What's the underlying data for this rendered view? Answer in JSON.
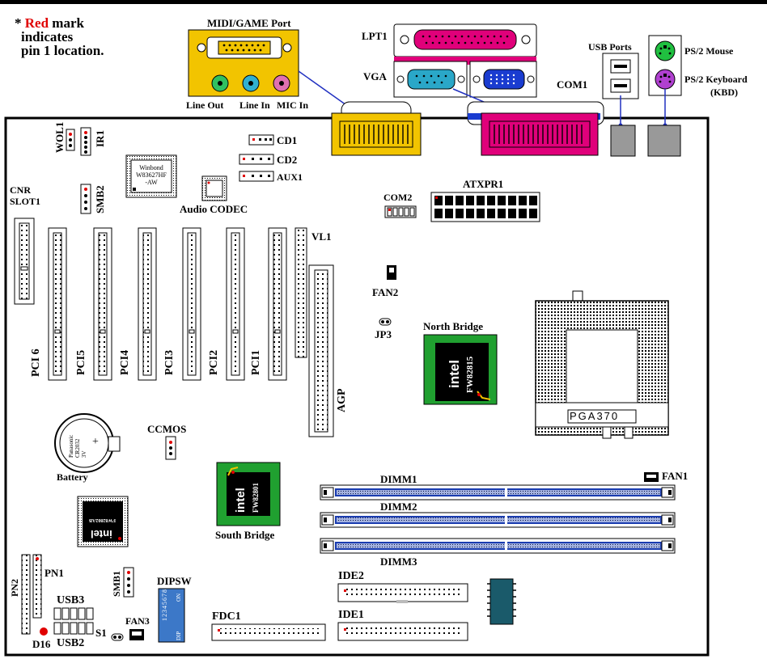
{
  "note": {
    "star": "* ",
    "red_word": "Red",
    "line1_rest": " mark",
    "line2": "indicates",
    "line3": "pin 1 location."
  },
  "labels": {
    "midi_game_port": "MIDI/GAME Port",
    "line_out": "Line Out",
    "line_in": "Line In",
    "mic_in": "MIC In",
    "lpt1": "LPT1",
    "vga": "VGA",
    "com1": "COM1",
    "usb_ports": "USB Ports",
    "ps2_mouse": "PS/2 Mouse",
    "ps2_keyboard": "PS/2 Keyboard",
    "kbd": "(KBD)",
    "cd1": "CD1",
    "cd2": "CD2",
    "aux1": "AUX1",
    "wol1": "WOL1",
    "ir1": "IR1",
    "smb2": "SMB2",
    "cnr_slot1_line1": "CNR",
    "cnr_slot1_line2": "SLOT1",
    "winbond_line1": "Winbond",
    "winbond_line2": "W83627HF",
    "winbond_line3": "-AW",
    "audio_codec": "Audio CODEC",
    "com2": "COM2",
    "atxpr1": "ATXPR1",
    "vl1": "VL1",
    "fan2": "FAN2",
    "jp3": "JP3",
    "north_bridge": "North Bridge",
    "nb_chip_brand": "intel",
    "nb_chip_model": "FW82815",
    "pga370": "PGA370",
    "pci6": "PCI 6",
    "pci5": "PCI5",
    "pci4": "PCI4",
    "pci3": "PCI3",
    "pci2": "PCI2",
    "pci1": "PCI1",
    "agp": "AGP",
    "ccmos": "CCMOS",
    "battery": "Battery",
    "battery_brand": "Panasonic",
    "battery_model": "CR2032",
    "battery_volt": "3V",
    "battery_plus": "+",
    "sb_chip_brand": "intel",
    "sb_chip_model": "FW82801",
    "south_bridge": "South Bridge",
    "fwh_chip_brand": "intel",
    "fwh_chip_model": "FW82802AB",
    "dimm1": "DIMM1",
    "dimm2": "DIMM2",
    "dimm3": "DIMM3",
    "fan1": "FAN1",
    "pn2": "PN2",
    "pn1": "PN1",
    "usb3": "USB3",
    "usb2": "USB2",
    "d16": "D16",
    "s1": "S1",
    "smb1": "SMB1",
    "fan3": "FAN3",
    "dipsw": "DIPSW",
    "dip_on": "ON",
    "dip_numbers": "12345678",
    "dip_text": "DIP",
    "fdc1": "FDC1",
    "ide2": "IDE2",
    "ide1": "IDE1"
  },
  "colors": {
    "pin1_red": "#e00000",
    "game_port_yellow": "#f2c400",
    "lpt_magenta": "#e0007a",
    "vga_cyan": "#2aa7c8",
    "com_blue": "#1a3cd0",
    "ps2_mouse_green": "#20c040",
    "ps2_kbd_purple": "#b040d0",
    "line_out_green": "#30c060",
    "line_in_blue": "#30b0d0",
    "mic_pink": "#e070b0",
    "chip_green": "#20a030",
    "dimm_blue": "#1a3cb0",
    "leader_blue": "#2030c0"
  }
}
